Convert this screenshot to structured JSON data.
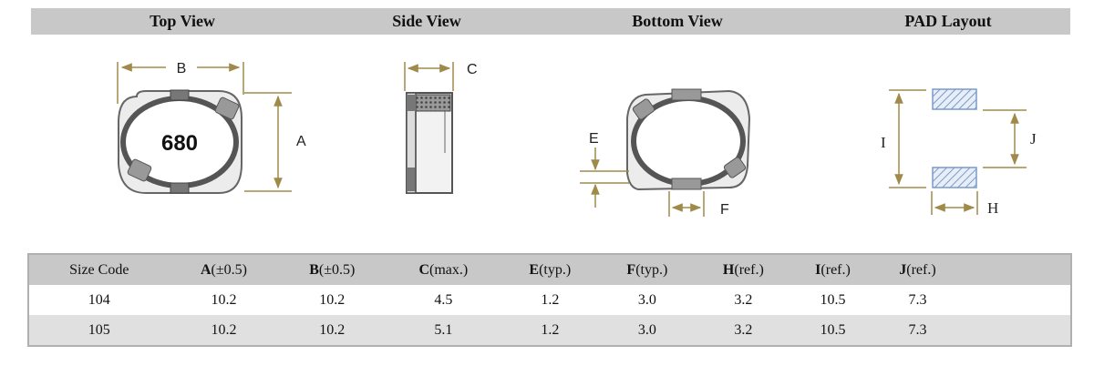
{
  "views": {
    "top": "Top View",
    "side": "Side View",
    "bottom": "Bottom View",
    "pad": "PAD Layout"
  },
  "marking_code": "680",
  "dimension_letters": {
    "A": "A",
    "B": "B",
    "C": "C",
    "E": "E",
    "F": "F",
    "H": "H",
    "I": "I",
    "J": "J"
  },
  "table": {
    "headers": [
      {
        "symbol": "Size Code",
        "qualifier": ""
      },
      {
        "symbol": "A",
        "qualifier": "(±0.5)"
      },
      {
        "symbol": "B",
        "qualifier": "(±0.5)"
      },
      {
        "symbol": "C",
        "qualifier": "(max.)"
      },
      {
        "symbol": "E",
        "qualifier": "(typ.)"
      },
      {
        "symbol": "F",
        "qualifier": "(typ.)"
      },
      {
        "symbol": "H",
        "qualifier": "(ref.)"
      },
      {
        "symbol": "I",
        "qualifier": "(ref.)"
      },
      {
        "symbol": "J",
        "qualifier": "(ref.)"
      }
    ],
    "rows": [
      [
        "104",
        "10.2",
        "10.2",
        "4.5",
        "1.2",
        "3.0",
        "3.2",
        "10.5",
        "7.3"
      ],
      [
        "105",
        "10.2",
        "10.2",
        "5.1",
        "1.2",
        "3.0",
        "3.2",
        "10.5",
        "7.3"
      ]
    ]
  },
  "colors": {
    "header_gray": "#c8c8c8",
    "alt_row_gray": "#e0e0e0",
    "dimension_line": "#a08a4a",
    "pad_hatch": "#7a9ac8"
  }
}
